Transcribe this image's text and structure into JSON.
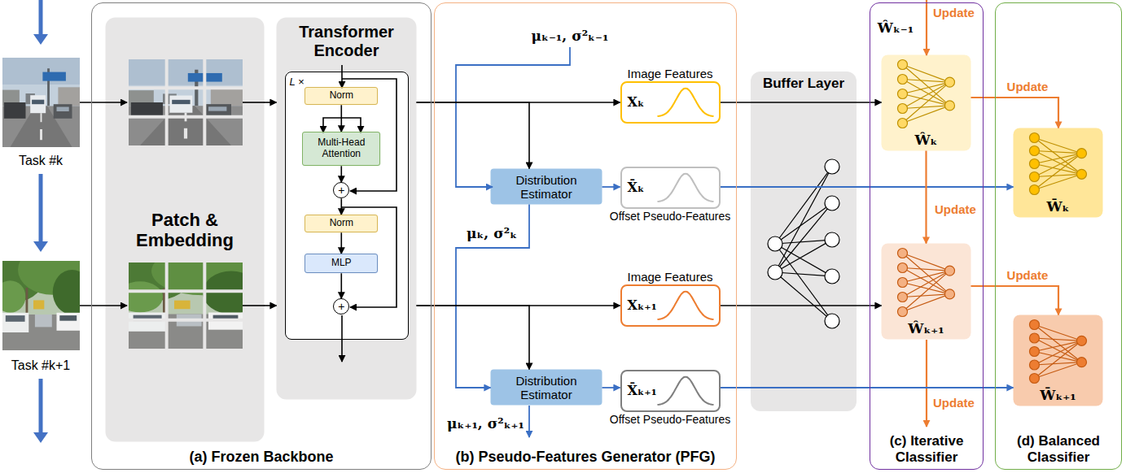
{
  "diagram": {
    "nodes": [
      {
        "text": [
          "(a) Frozen Backbone"
        ]
      },
      {
        "text": [
          "Patch & Embedding"
        ],
        "in": 0
      },
      {
        "text": [
          "Transformer Encoder"
        ],
        "in": 0
      },
      {
        "text": [
          "L ×"
        ],
        "in": 2
      },
      {
        "text": [
          "Norm"
        ],
        "in": 3
      },
      {
        "text": [
          "Multi-Head Attention"
        ],
        "in": 3
      },
      {
        "text": [
          "+"
        ],
        "in": 3
      },
      {
        "text": [
          "Norm"
        ],
        "in": 3
      },
      {
        "text": [
          "MLP"
        ],
        "in": 3
      },
      {
        "text": [
          "+"
        ],
        "in": 3
      },
      {
        "text": [
          "(b) Pseudo-Features Generator (PFG)"
        ]
      },
      {
        "text": [
          "Image Features",
          "Xₖ"
        ],
        "in": 10
      },
      {
        "text": [
          "Distribution Estimator"
        ],
        "in": 10
      },
      {
        "text": [
          "X̄ₖ",
          "Offset Pseudo-Features"
        ],
        "in": 10
      },
      {
        "text": [
          "Image Features",
          "Xₖ₊₁"
        ],
        "in": 10
      },
      {
        "text": [
          "Distribution Estimator"
        ],
        "in": 10
      },
      {
        "text": [
          "X̄ₖ₊₁",
          "Offset Pseudo-Features"
        ],
        "in": 10
      },
      {
        "text": [
          "Buffer Layer"
        ]
      },
      {
        "text": [
          "(c) Iterative Classifier"
        ]
      },
      {
        "text": [
          "Ŵₖ"
        ],
        "in": 18
      },
      {
        "text": [
          "Ŵₖ₊₁"
        ],
        "in": 18
      },
      {
        "text": [
          "(d) Balanced Classifier"
        ]
      },
      {
        "text": [
          "W̄ₖ"
        ],
        "in": 21
      },
      {
        "text": [
          "W̄ₖ₊₁"
        ],
        "in": 21
      }
    ],
    "edges": [
      {
        "from": 1,
        "to": 2,
        "arrow": "to"
      },
      {
        "from": 1,
        "to": 2,
        "arrow": "to"
      },
      {
        "from": 4,
        "to": 5,
        "arrow": "to"
      },
      {
        "from": 5,
        "to": 6,
        "arrow": "to"
      },
      {
        "from": 6,
        "to": 7,
        "arrow": "to"
      },
      {
        "from": 7,
        "to": 8,
        "arrow": "to"
      },
      {
        "from": 8,
        "to": 9,
        "arrow": "to"
      },
      {
        "from": 2,
        "to": 11,
        "arrow": "to"
      },
      {
        "from": 2,
        "to": 12,
        "arrow": "to"
      },
      {
        "from": 12,
        "to": 13,
        "arrow": "to"
      },
      {
        "from": 12,
        "to": 15,
        "label": "μₖ, σ²ₖ",
        "arrow": "to"
      },
      {
        "from": 2,
        "to": 14,
        "arrow": "to"
      },
      {
        "from": 2,
        "to": 15,
        "arrow": "to"
      },
      {
        "from": 15,
        "to": 16,
        "arrow": "to"
      },
      {
        "from": 11,
        "to": 19,
        "arrow": "to"
      },
      {
        "from": 13,
        "to": 22,
        "arrow": "to"
      },
      {
        "from": 14,
        "to": 20,
        "arrow": "to"
      },
      {
        "from": 16,
        "to": 23,
        "arrow": "to"
      },
      {
        "from": 19,
        "to": 20,
        "label": "Update",
        "arrow": "to"
      },
      {
        "from": 19,
        "to": 22,
        "label": "Update",
        "arrow": "to"
      },
      {
        "from": 20,
        "to": 23,
        "label": "Update",
        "arrow": "to"
      }
    ],
    "labels": [
      "Task #k",
      "Task #k+1",
      "μₖ₋₁, σ²ₖ₋₁",
      "μₖ₊₁, σ²ₖ₊₁",
      "Ŵₖ₋₁",
      "Update",
      "Update"
    ]
  }
}
